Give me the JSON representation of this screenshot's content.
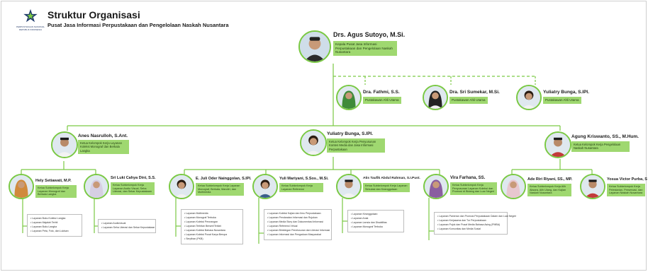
{
  "header": {
    "title": "Struktur Organisasi",
    "subtitle": "Pusat Jasa Informasi Perpustakaan dan Pengelolaan Naskah Nusantara",
    "logo_text": "PERPUSTAKAAN NASIONAL",
    "logo_subtext": "REPUBLIK INDONESIA"
  },
  "head": {
    "name": "Drs. Agus Sutoyo, M.Si.",
    "role": "Kepala Pusat Jasa Informasi Perpustakaan dan Pengelolaan Naskah Nusantara"
  },
  "pustakawan": [
    {
      "name": "Dra. Fathmi, S.S.",
      "role": "Pustakawan Ahli Utama"
    },
    {
      "name": "Dra. Sri Sumekar, M.Si.",
      "role": "Pustakawan Ahli Utama"
    },
    {
      "name": "Yuliatry Bunga, S.IPI.",
      "role": "Pustakawan Ahli Utama"
    }
  ],
  "level2": [
    {
      "name": "Anes Nasrulloh, S.Ant.",
      "role": "Ketua Kelompok Kerja Layanan Koleksi Monograf dan Berkala Langka"
    },
    {
      "name": "Yuliatry Bunga, S.IPI.",
      "role": "Ketua Kelompok Kerja Penyusunan Konten Media dan Jasa Informasi Perpustakaan"
    },
    {
      "name": "Agung Kriswanto, SS., M.Hum.",
      "role": "Ketua Kelompok Kerja Pengelolaan Naskah Nusantara"
    }
  ],
  "level3": [
    {
      "name": "Hely Setiawati, M.P.",
      "role": "Ketua Subkelompok Kerja Layanan Monograf dan Berkala Langka"
    },
    {
      "name": "Sri Luki Cahya Dini, S.S.",
      "role": "Ketua Subkelompok Kerja Layanan Audio Visual, Seha Literasi, dan Sekar Kepustakaan"
    },
    {
      "name": "E. Juli Oder Nainggolan, S.IPI.",
      "role": "Ketua Subkelompok Kerja Layanan Monograf, Berkala, Mandiri, dan Multimedia"
    },
    {
      "name": "Yuli Mariyani, S.Sos., M.Si.",
      "role": "Ketua Subkelompok Kerja Layanan Referensi"
    },
    {
      "name": "Atis Taufik Abdul Rahman, S.I.Pust.",
      "role": "Ketua Subkelompok Kerja Layanan Sirkulasi dan Keanggotaan"
    },
    {
      "name": "Vira Farhana, SS.",
      "role": "Ketua Subkelompok Kerja Penyusunan Layanan Koleksi dan Promosi di Bidang dan Luar Negeri"
    },
    {
      "name": "Ade Riri Riyani, SS., MP.",
      "role": "Ketua Subkelompok Kerja Alih Aksara, Alih Ulang, dan Kajian Naskah Nusantara"
    },
    {
      "name": "Yosua Victor Purba, S",
      "role": "Ketua Subkelompok Kerja Pelestarian, Preservasi, dan Layanan Naskah Nusantara"
    }
  ],
  "services": [
    [
      "Layanan Buku Koleksi Langka",
      "Layanan Majalah Terbit",
      "Layanan Buku Langka",
      "Layanan Peta, Foto, dan Lukisan"
    ],
    [
      "Layanan Audiovisual",
      "Layanan Seha Literasi dan Sekar Kepustakaan"
    ],
    [
      "Layanan Multimedia",
      "Layanan Monograf Terbuka",
      "Layanan Koleksi Perorangan",
      "Layanan Terbitan Berseri/Terkini",
      "Layanan Koleksi Bahasa Nusantara",
      "Layanan Koleksi Pusat Karya Berupa",
      "Serpihan (PKB)"
    ],
    [
      "Layanan Koleksi Kajian dan Ilmu Perpustakaan",
      "Layanan Pendaratan Informasi dan Rujukan",
      "Layanan Media Story dan Dokumentasi Informasi",
      "Layanan Referensi Virtual",
      "Layanan Bimbingan Penelusuran dan Literasi Informasi",
      "Layanan Informasi dan Pengaduan Masyarakat"
    ],
    [
      "Layanan Keanggotaan",
      "Layanan Anak",
      "Layanan Lansia dan Disabilitas",
      "Layanan Monograf Terbuka"
    ],
    [
      "Layanan Pameran dan Promosi Perpustakaan Dalam dan Luar Negeri",
      "Layanan Kerjasama dan Tur Perpustakaan",
      "Layanan Pojok dan Pusat Media Bahasa Asing (PMBA)",
      "Layanan Komunitas dan Media Sosial"
    ]
  ],
  "colors": {
    "accent": "#7ac943",
    "role_bg": "#9fd870",
    "line": "#7ac943"
  }
}
